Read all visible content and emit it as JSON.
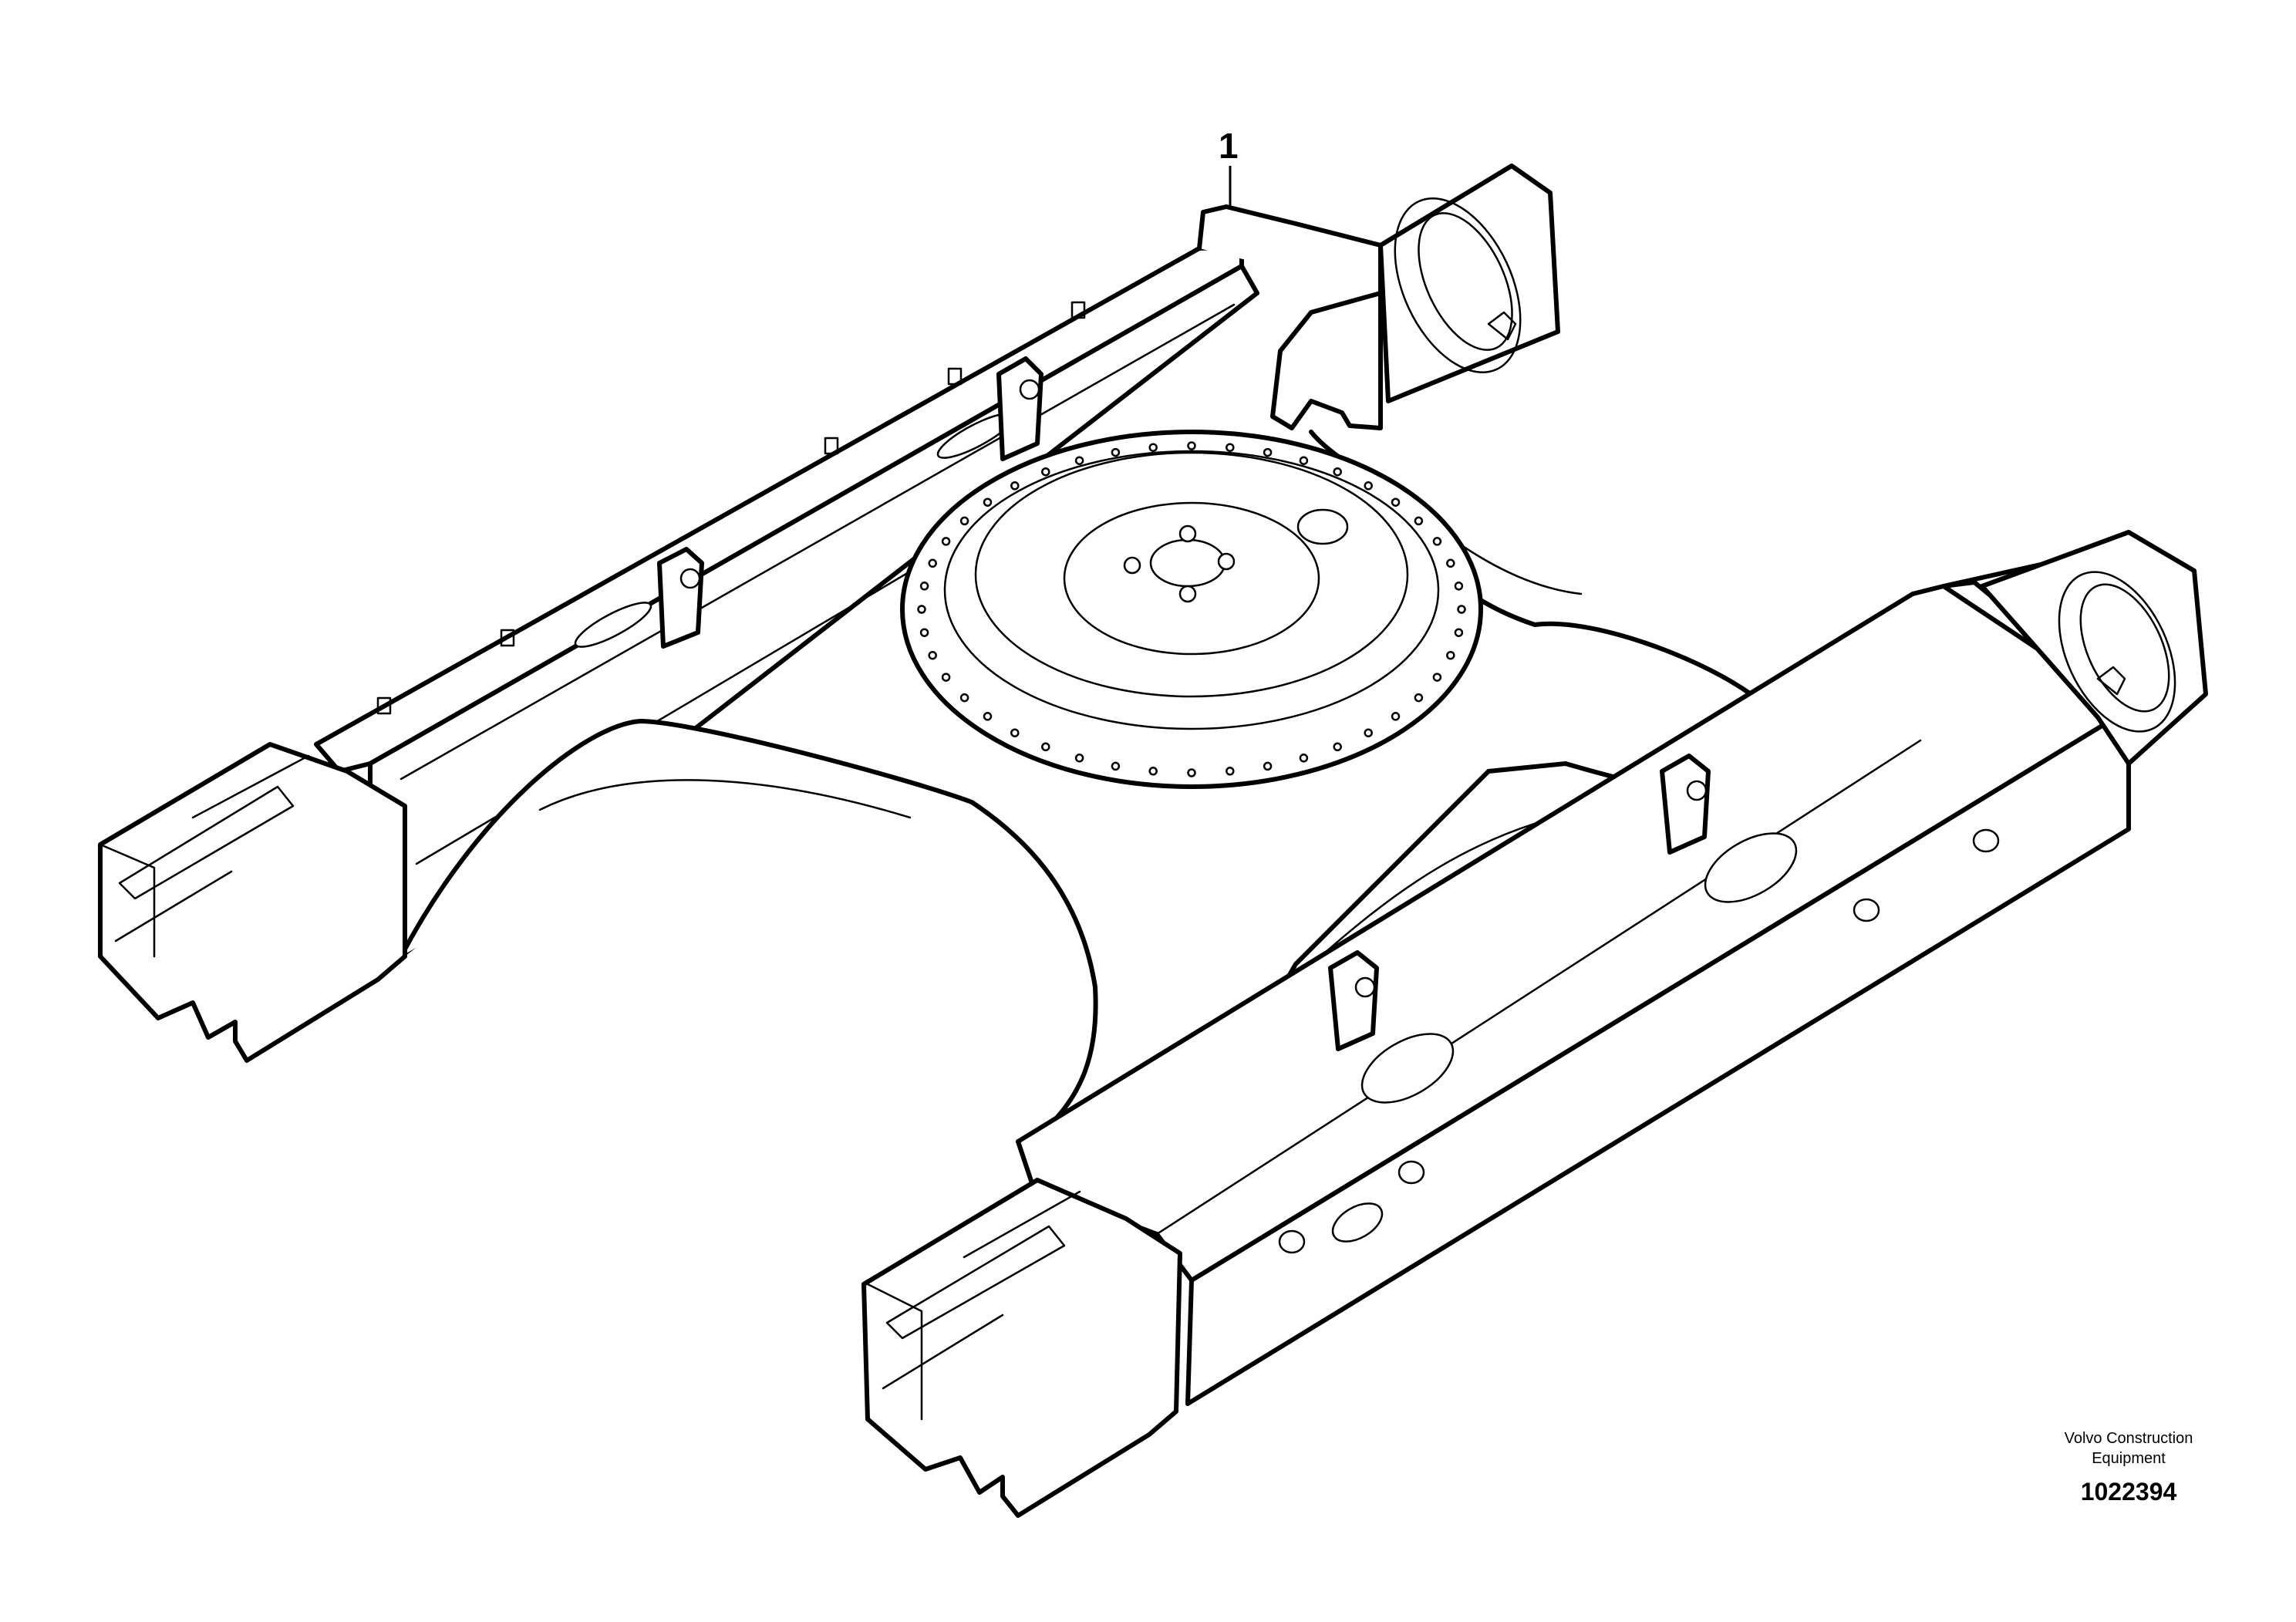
{
  "callout": {
    "label": "1"
  },
  "brand": {
    "company_line1": "Volvo Construction",
    "company_line2": "Equipment",
    "drawing_number": "1022394"
  }
}
